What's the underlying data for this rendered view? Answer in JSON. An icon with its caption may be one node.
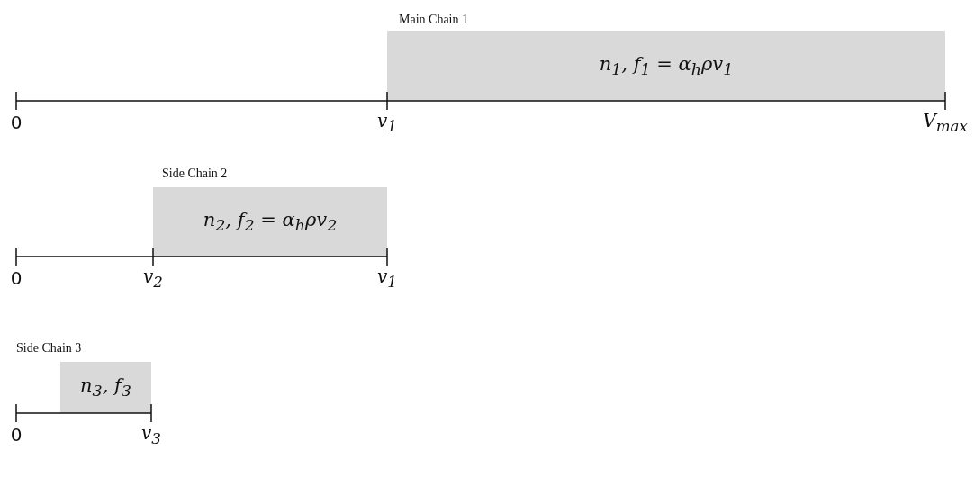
{
  "diagram": {
    "nodes": [
      {
        "text": [
          "Main Chain 1",
          "n$_{1}$, f$_{1}$ = α$_{h}$ρv$_{1}$"
        ]
      },
      {
        "text": [
          "Side Chain 2",
          "n$_{2}$, f$_{2}$ = α$_{h}$ρv$_{2}$"
        ]
      },
      {
        "text": [
          "Side Chain 3",
          "n$_{3}$, f$_{3}$"
        ]
      }
    ],
    "labels": [
      "0",
      "v$_{1}$",
      "V$_{max}$",
      "0",
      "v$_{2}$",
      "v$_{1}$",
      "0",
      "v$_{3}$"
    ]
  }
}
